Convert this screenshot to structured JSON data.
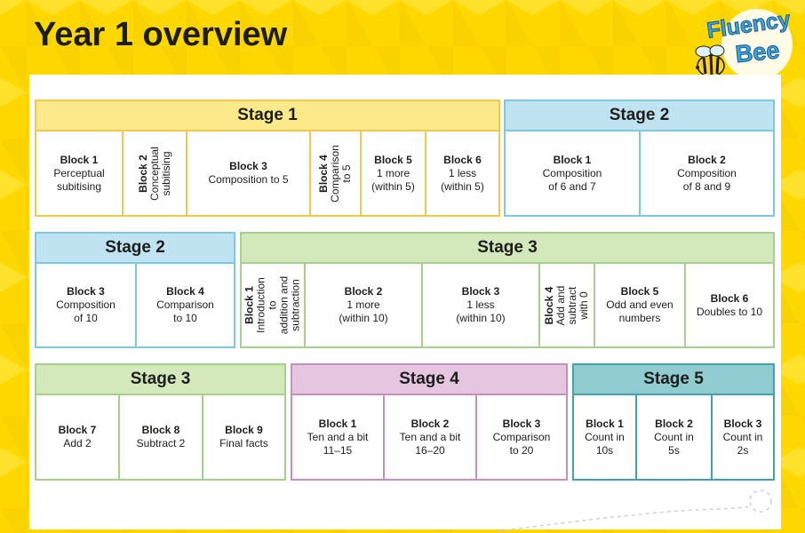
{
  "title": "Year 1 overview",
  "logo": {
    "line1": "Fluency",
    "line2": "Bee"
  },
  "colors": {
    "background": "#ffd800",
    "stage_yellow": "#fbe98a",
    "stage_blue": "#bfe3f0",
    "stage_green": "#d3e8bb",
    "stage_purple": "#e6c5e0",
    "stage_teal": "#8fcbcf"
  },
  "stages": [
    {
      "heading": "Stage 1",
      "blocks": [
        {
          "title": "Block 1",
          "desc": "Perceptual\nsubitising"
        },
        {
          "title": "Block 2",
          "desc": "Conceptual\nsubitising"
        },
        {
          "title": "Block 3",
          "desc": "Composition to 5"
        },
        {
          "title": "Block 4",
          "desc": "Comparison\nto 5"
        },
        {
          "title": "Block 5",
          "desc": "1 more\n(within 5)"
        },
        {
          "title": "Block 6",
          "desc": "1 less\n(within 5)"
        }
      ]
    },
    {
      "heading": "Stage 2",
      "blocks": [
        {
          "title": "Block 1",
          "desc": "Composition\nof 6 and 7"
        },
        {
          "title": "Block 2",
          "desc": "Composition\nof 8 and 9"
        }
      ]
    },
    {
      "heading": "Stage 2",
      "blocks": [
        {
          "title": "Block 3",
          "desc": "Composition\nof 10"
        },
        {
          "title": "Block 4",
          "desc": "Comparison\nto 10"
        }
      ]
    },
    {
      "heading": "Stage 3",
      "blocks": [
        {
          "title": "Block 1",
          "desc": "Introduction to\naddition and\nsubtraction"
        },
        {
          "title": "Block 2",
          "desc": "1 more\n(within 10)"
        },
        {
          "title": "Block 3",
          "desc": "1 less\n(within 10)"
        },
        {
          "title": "Block 4",
          "desc": "Add and\nsubtract with 0"
        },
        {
          "title": "Block 5",
          "desc": "Odd and even\nnumbers"
        },
        {
          "title": "Block 6",
          "desc": "Doubles to 10"
        }
      ]
    },
    {
      "heading": "Stage 3",
      "blocks": [
        {
          "title": "Block 7",
          "desc": "Add 2"
        },
        {
          "title": "Block 8",
          "desc": "Subtract 2"
        },
        {
          "title": "Block 9",
          "desc": "Final facts"
        }
      ]
    },
    {
      "heading": "Stage 4",
      "blocks": [
        {
          "title": "Block 1",
          "desc": "Ten and a bit\n11–15"
        },
        {
          "title": "Block 2",
          "desc": "Ten and a bit\n16–20"
        },
        {
          "title": "Block 3",
          "desc": "Comparison\nto 20"
        }
      ]
    },
    {
      "heading": "Stage 5",
      "blocks": [
        {
          "title": "Block 1",
          "desc": "Count in\n10s"
        },
        {
          "title": "Block 2",
          "desc": "Count in\n5s"
        },
        {
          "title": "Block 3",
          "desc": "Count in\n2s"
        }
      ]
    }
  ]
}
